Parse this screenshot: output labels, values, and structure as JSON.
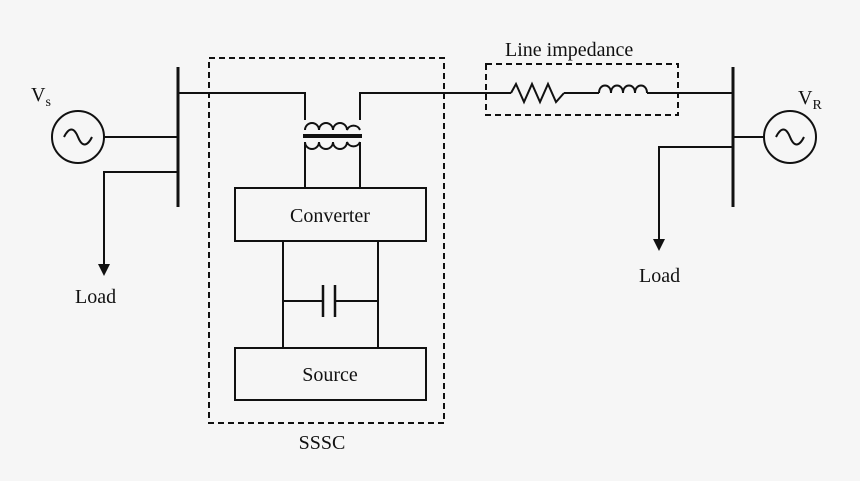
{
  "labels": {
    "vs_main": "V",
    "vs_sub": "s",
    "vr_main": "V",
    "vr_sub": "R",
    "load_left": "Load",
    "load_right": "Load",
    "line_impedance": "Line impedance",
    "converter": "Converter",
    "source": "Source",
    "sssc": "SSSC"
  },
  "colors": {
    "background": "#f6f6f6",
    "stroke": "#111111"
  }
}
